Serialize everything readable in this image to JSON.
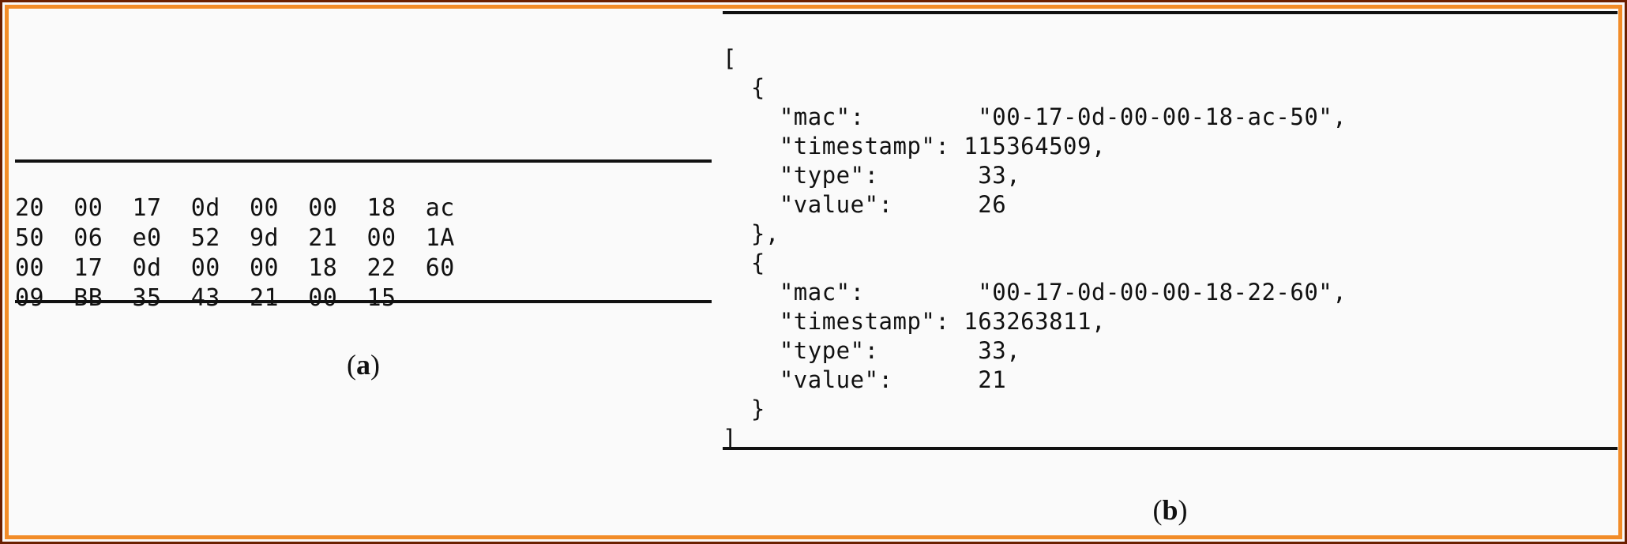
{
  "figure": {
    "frame_outer_color": "#6b1f00",
    "frame_inner_color": "#f28c28",
    "background_color": "#fafafa",
    "text_color": "#111111"
  },
  "panel_a": {
    "caption": "(a)",
    "caption_letter": "a",
    "hex_rows": [
      [
        "20",
        "00",
        "17",
        "0d",
        "00",
        "00",
        "18",
        "ac"
      ],
      [
        "50",
        "06",
        "e0",
        "52",
        "9d",
        "21",
        "00",
        "1A"
      ],
      [
        "00",
        "17",
        "0d",
        "00",
        "00",
        "18",
        "22",
        "60"
      ],
      [
        "09",
        "BB",
        "35",
        "43",
        "21",
        "00",
        "15"
      ]
    ],
    "hex_text": "20  00  17  0d  00  00  18  ac\n50  06  e0  52  9d  21  00  1A\n00  17  0d  00  00  18  22  60\n09  BB  35  43  21  00  15"
  },
  "panel_b": {
    "caption": "(b)",
    "caption_letter": "b",
    "json_text": "[\n  {\n    \"mac\":        \"00-17-0d-00-00-18-ac-50\",\n    \"timestamp\": 115364509,\n    \"type\":       33,\n    \"value\":      26\n  },\n  {\n    \"mac\":        \"00-17-0d-00-00-18-22-60\",\n    \"timestamp\": 163263811,\n    \"type\":       33,\n    \"value\":      21\n  }\n]",
    "records": [
      {
        "mac_key": "\"mac\":",
        "mac_value": "\"00-17-0d-00-00-18-ac-50\",",
        "timestamp_key": "\"timestamp\":",
        "timestamp_value": "115364509,",
        "type_key": "\"type\":",
        "type_value": "33,",
        "value_key": "\"value\":",
        "value_value": "26"
      },
      {
        "mac_key": "\"mac\":",
        "mac_value": "\"00-17-0d-00-00-18-22-60\",",
        "timestamp_key": "\"timestamp\":",
        "timestamp_value": "163263811,",
        "type_key": "\"type\":",
        "type_value": "33,",
        "value_key": "\"value\":",
        "value_value": "21"
      }
    ],
    "open_bracket": "[",
    "close_bracket": "]"
  }
}
